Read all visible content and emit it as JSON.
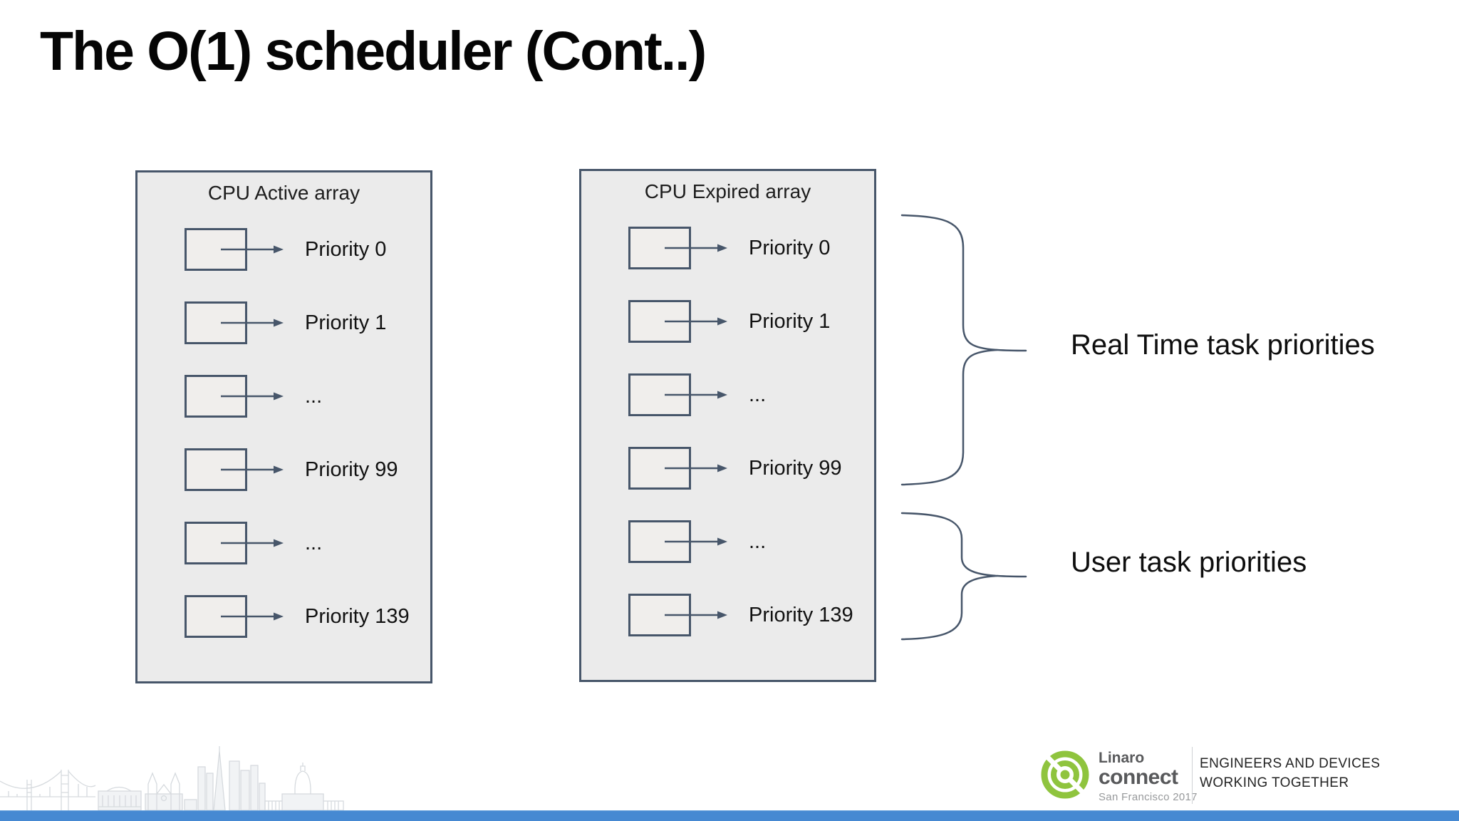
{
  "slide": {
    "title": "The O(1) scheduler (Cont..)"
  },
  "arrays": [
    {
      "title": "CPU Active array",
      "rows": [
        "Priority 0",
        "Priority 1",
        "...",
        "Priority 99",
        "...",
        "Priority 139"
      ]
    },
    {
      "title": "CPU Expired array",
      "rows": [
        "Priority 0",
        "Priority 1",
        "...",
        "Priority 99",
        "...",
        "Priority 139"
      ]
    }
  ],
  "annotations": [
    {
      "label": "Real Time task priorities"
    },
    {
      "label": "User task priorities"
    }
  ],
  "footer": {
    "brand": {
      "line1": "Linaro",
      "line2": "connect",
      "subtitle": "San Francisco 2017"
    },
    "tagline": {
      "line1": "ENGINEERS AND DEVICES",
      "line2": "WORKING TOGETHER"
    }
  },
  "colors": {
    "diagram_slate": "#47566a",
    "panel_fill": "#ebebeb",
    "cell_fill": "#f0eeec",
    "accent_bar_blue": "#4689d2",
    "logo_green": "#8fc43e",
    "brand_gray": "#58595b"
  }
}
